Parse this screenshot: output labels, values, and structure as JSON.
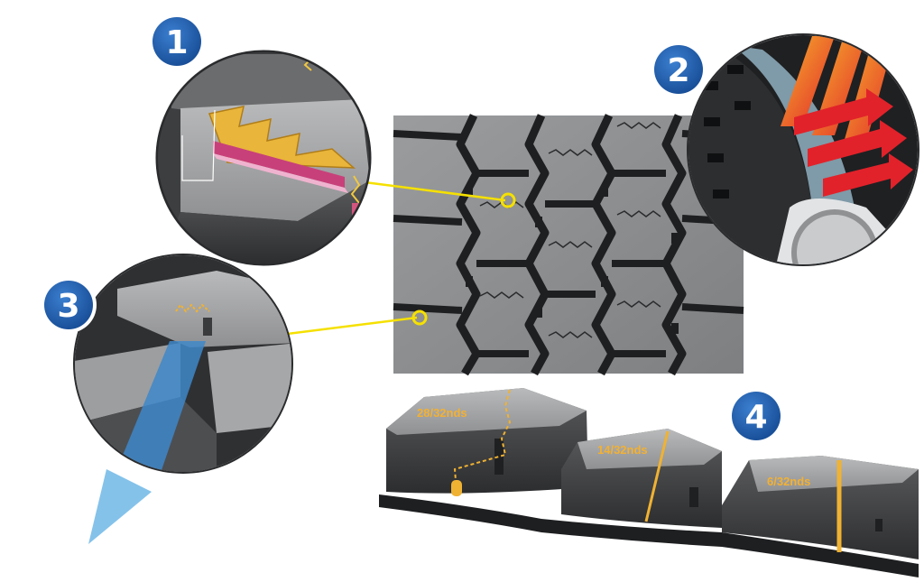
{
  "badges": [
    {
      "label": "1"
    },
    {
      "label": "2"
    },
    {
      "label": "3"
    },
    {
      "label": "4"
    }
  ],
  "tread_depths": [
    {
      "label": "28/32nds"
    },
    {
      "label": "14/32nds"
    },
    {
      "label": "6/32nds"
    }
  ],
  "colors": {
    "badge_blue": "#1f5fad",
    "callout_yellow": "#f5e000",
    "sipe_gold": "#f0b232",
    "heat_red": "#e0222a",
    "heat_orange": "#f59a1f",
    "water_blue": "#4aa6e0",
    "tread_gray": "#8a8c8e"
  },
  "icons": [
    "sipe-detail-icon",
    "heat-arrows-icon",
    "water-channel-icon",
    "tread-wear-icon"
  ]
}
